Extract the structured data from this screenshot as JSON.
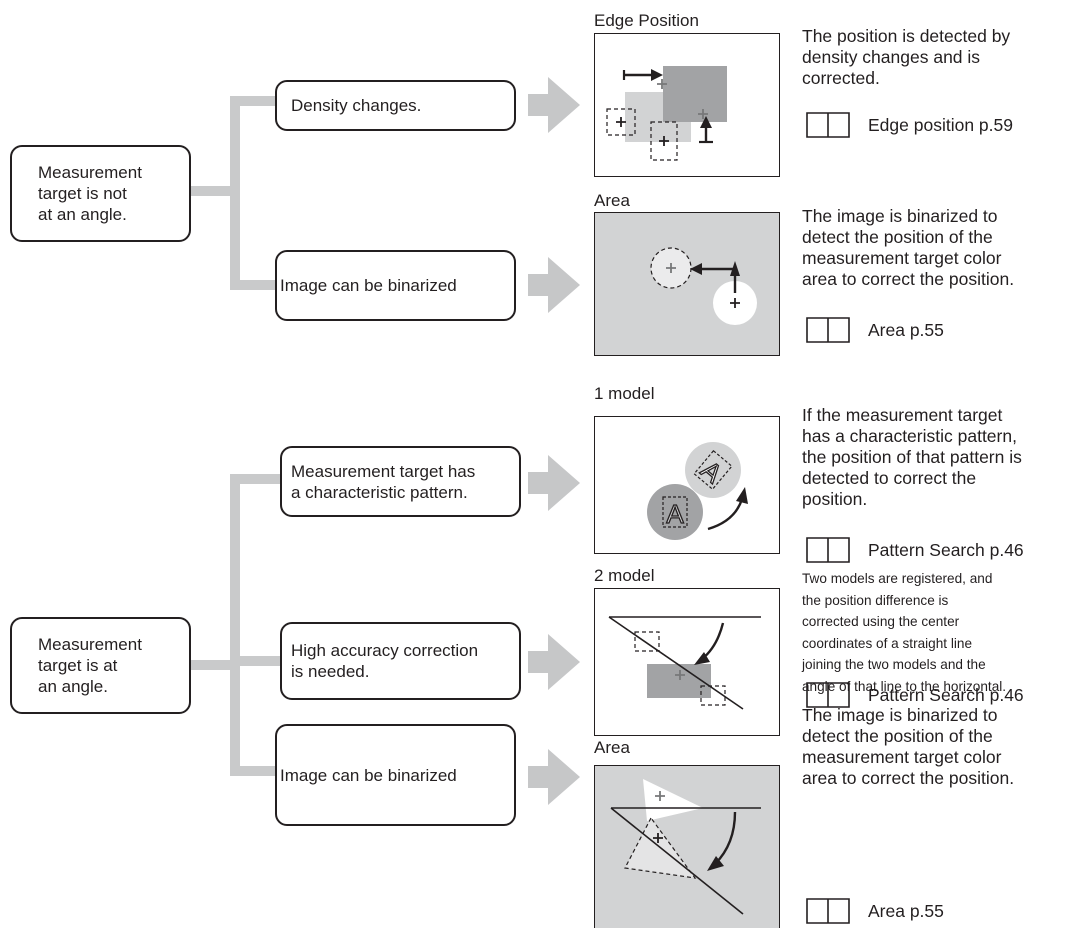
{
  "colors": {
    "connector": "#c9cacb",
    "arrow": "#c6c7c8",
    "panel_fill": "#d2d3d4",
    "dark_rect": "#a2a3a5",
    "line": "#231f20"
  },
  "targets": [
    {
      "id": "not-angled",
      "label": "Measurement\ntarget  is not\nat an angle."
    },
    {
      "id": "angled",
      "label": "Measurement\ntarget  is at\nan angle."
    }
  ],
  "conditions": [
    {
      "label": "Density changes."
    },
    {
      "label": "Image can be binarized"
    },
    {
      "label": "Measurement target has\na characteristic pattern."
    },
    {
      "label": "High accuracy correction\nis needed."
    },
    {
      "label": "Image can be binarized"
    }
  ],
  "panels": [
    {
      "title": "Edge Position"
    },
    {
      "title": "Area"
    },
    {
      "title": "1 model",
      "glyph": "A"
    },
    {
      "title": "2 model"
    },
    {
      "title": "Area"
    }
  ],
  "descriptions": [
    {
      "text": "The position is detected by\ndensity changes and is\ncorrected.",
      "ref": "Edge position p.59"
    },
    {
      "text": "The image is binarized to\ndetect the position of the\nmeasurement target color\narea to correct the position.",
      "ref": "Area p.55"
    },
    {
      "text": "If the measurement target\nhas a characteristic pattern,\nthe position of that pattern is\ndetected to correct the\nposition.",
      "ref": "Pattern Search p.46"
    },
    {
      "text": "Two models are registered, and\nthe position difference is\ncorrected using the center\ncoordinates of a straight line\njoining the two models and the\nangle of that line to the horizontal.",
      "ref": "Pattern Search p.46"
    },
    {
      "text": "The image is binarized to\ndetect the position of the\nmeasurement target color\narea to correct the position.",
      "ref": "Area p.55"
    }
  ]
}
